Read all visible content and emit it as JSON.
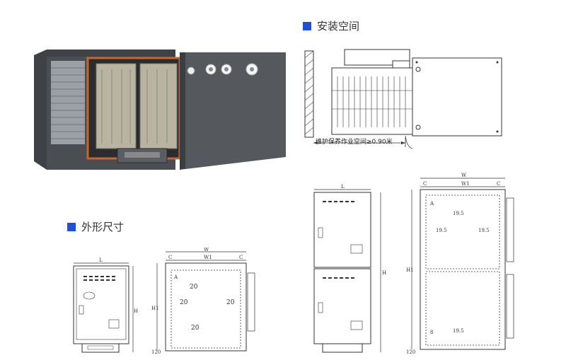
{
  "sections": {
    "install": {
      "title": "安装空间",
      "maintenance_label": "维护保养作业空间≥0.90米"
    },
    "dims": {
      "title": "外形尺寸"
    }
  },
  "colors": {
    "accent": "#1f4fd8",
    "cabinet": "#4a4e53",
    "line": "#333333"
  },
  "dims_single": {
    "L": "L",
    "H": "H",
    "W": "W",
    "W1": "W1",
    "C": "C",
    "A": "A",
    "H1": "H1",
    "v20a": "20",
    "v20b": "20",
    "v20c": "20",
    "v20d": "20",
    "v120": "120"
  },
  "dims_double": {
    "L": "L",
    "H": "H",
    "W": "W",
    "W1": "W1",
    "C": "C",
    "A": "A",
    "H1": "H1",
    "v195a": "19.5",
    "v195b": "19.5",
    "v195c": "19.5",
    "v195d": "19.5",
    "v8": "8",
    "v120": "120"
  }
}
